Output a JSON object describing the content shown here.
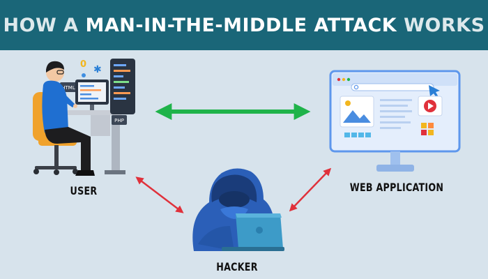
{
  "header": {
    "title_part1": "HOW A",
    "title_part2": "MAN-IN-THE-MIDDLE ATTACK",
    "title_part3": "WORKS"
  },
  "nodes": {
    "user": "USER",
    "web_application": "WEB APPLICATION",
    "hacker": "HACKER"
  },
  "screen_tags": {
    "html": "HTML",
    "php": "PHP"
  },
  "colors": {
    "banner": "#1a6678",
    "background": "#d7e3ec",
    "direct_arrow": "#1fb34a",
    "intercept_arrow": "#e0313b",
    "hacker_hood": "#2b5fb8",
    "user_shirt": "#1f6fd1",
    "chair": "#f0a22c"
  },
  "icons": [
    "developer-at-desk-icon",
    "browser-window-icon",
    "hooded-hacker-icon",
    "laptop-icon",
    "play-button-icon",
    "image-icon",
    "search-icon",
    "cursor-icon"
  ]
}
